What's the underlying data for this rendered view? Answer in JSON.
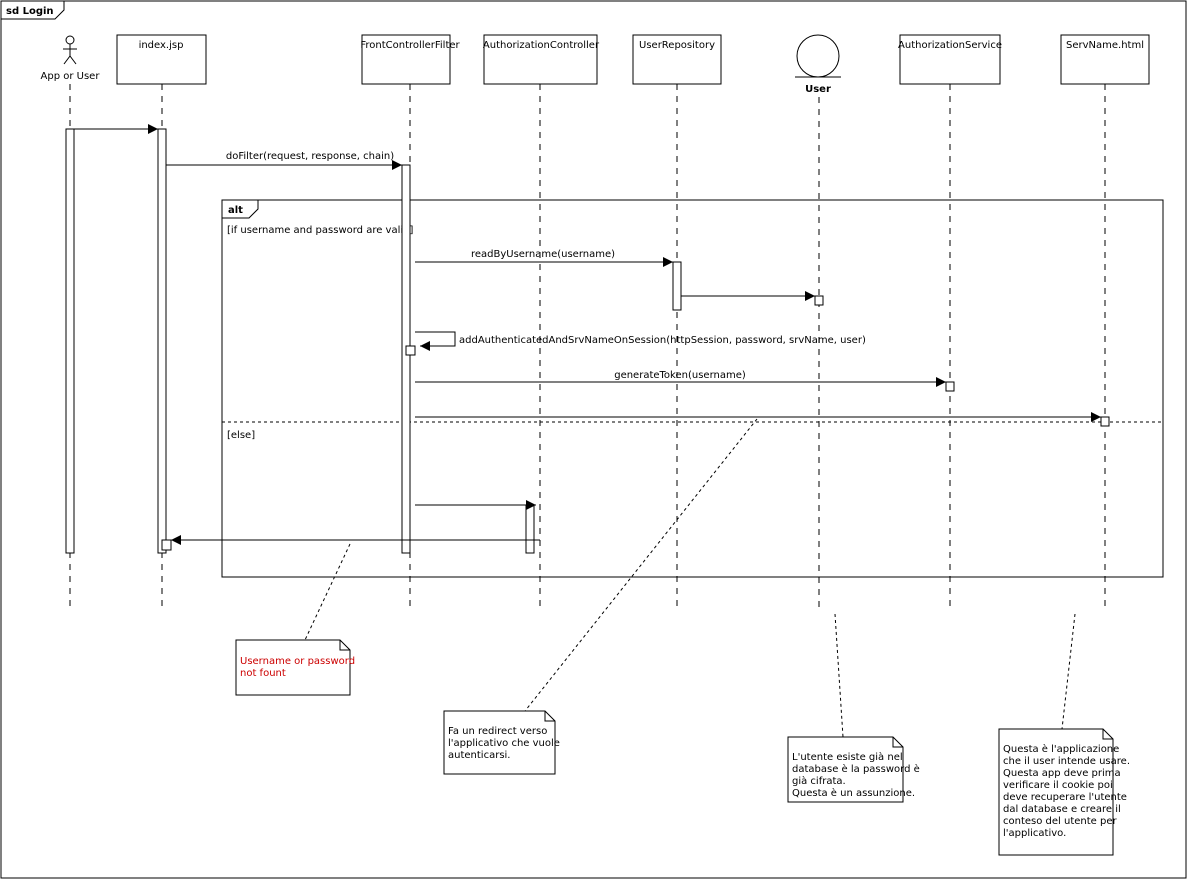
{
  "frame": {
    "title": "sd Login"
  },
  "lifelines": {
    "actor": "App or User",
    "index_jsp": "index.jsp",
    "front_controller_filter": "FrontControllerFilter",
    "authorization_controller": "AuthorizationController",
    "user_repository": "UserRepository",
    "user_entity": "User",
    "authorization_service": "AuthorizationService",
    "serv_name_html": "ServName.html"
  },
  "messages": {
    "do_filter": "doFilter(request, response, chain)",
    "read_by_username": "readByUsername(username)",
    "add_authenticated": "addAuthenticatedAndSrvNameOnSession(httpSession, password, srvName, user)",
    "generate_token": "generateToken(username)"
  },
  "alt_fragment": {
    "label": "alt",
    "guard_valid": "[if username and password are valid]",
    "guard_else": "[else]"
  },
  "notes": {
    "not_found": {
      "lines": [
        "Username or password",
        "not fount"
      ],
      "color": "#cc0000"
    },
    "redirect": {
      "lines": [
        "Fa un redirect verso",
        "l'applicativo che vuole",
        "autenticarsi."
      ]
    },
    "user_exists": {
      "lines": [
        "L'utente esiste già nel",
        "database è la password è",
        "già cifrata.",
        "Questa è un assunzione."
      ]
    },
    "app_info": {
      "lines": [
        "Questa è l'applicazione",
        "che il user intende usare.",
        "Questa app deve prima",
        "verificare il cookie poi",
        "deve recuperare l'utente",
        "dal database e creare il",
        "conteso del utente per",
        "l'applicativo."
      ]
    }
  }
}
